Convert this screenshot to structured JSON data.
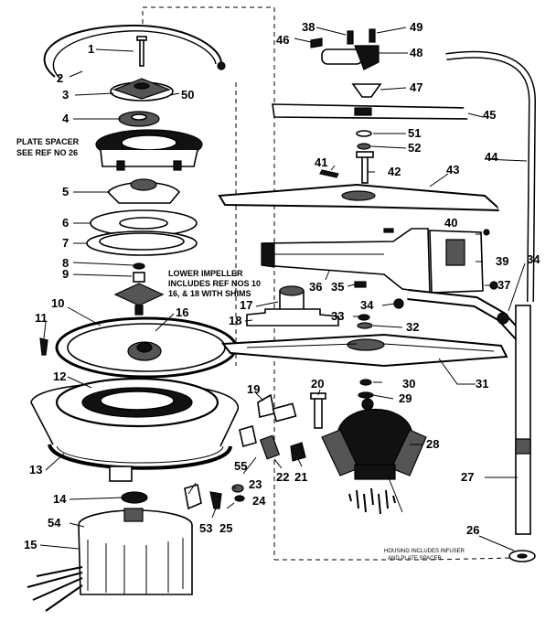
{
  "labels": {
    "l1": "1",
    "l2": "2",
    "l3": "3",
    "l4": "4",
    "l5": "5",
    "l6": "6",
    "l7": "7",
    "l8": "8",
    "l9": "9",
    "l10": "10",
    "l11": "11",
    "l12": "12",
    "l13": "13",
    "l14": "14",
    "l15": "15",
    "l16": "16",
    "l17": "17",
    "l18": "18",
    "l19": "19",
    "l20": "20",
    "l21": "21",
    "l22": "22",
    "l23": "23",
    "l24": "24",
    "l25": "25",
    "l26": "26",
    "l27": "27",
    "l28": "28",
    "l29": "29",
    "l30a": "30",
    "l30b": "30",
    "l31": "31",
    "l32": "32",
    "l33": "33",
    "l34a": "34",
    "l34b": "34",
    "l35": "35",
    "l36": "36",
    "l37": "37",
    "l38a": "38",
    "l39": "39",
    "l40": "40",
    "l41": "41",
    "l42": "42",
    "l43": "43",
    "l44": "44",
    "l45": "45",
    "l46": "46",
    "l47": "47",
    "l48": "48",
    "l49": "49",
    "l50": "50",
    "l51": "51",
    "l52": "52",
    "l53": "53",
    "l54": "54",
    "l55": "55"
  },
  "notes": {
    "plate_spacer_1": "PLATE SPACER",
    "plate_spacer_2": "SEE REF NO 26",
    "impeller_1": "LOWER IMPELLER",
    "impeller_2": "INCLUDES REF NOS 10",
    "impeller_3": "16, & 18 WITH SHIMS",
    "housing_1": "HOUSING INCLUDES INFUSER",
    "housing_2": "AND PLATE SPACER"
  }
}
